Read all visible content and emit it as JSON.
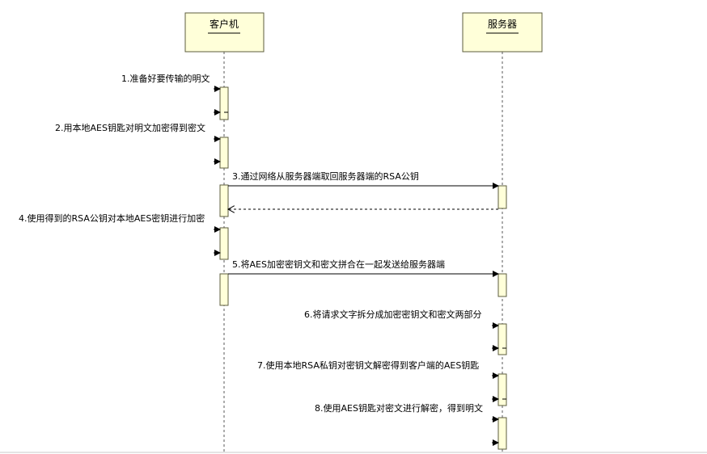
{
  "participants": [
    {
      "id": "client",
      "label": "客户机"
    },
    {
      "id": "server",
      "label": "服务器"
    }
  ],
  "messages": [
    {
      "id": "m1",
      "label": "1.准备好要传输的明文"
    },
    {
      "id": "m2",
      "label": "2.用本地AES钥匙对明文加密得到密文"
    },
    {
      "id": "m3",
      "label": "3.通过网络从服务器端取回服务器端的RSA公钥"
    },
    {
      "id": "m4",
      "label": "4.使用得到的RSA公钥对本地AES密钥进行加密"
    },
    {
      "id": "m5",
      "label": "5.将AES加密密钥文和密文拼合在一起发送给服务器端"
    },
    {
      "id": "m6",
      "label": "6.将请求文字拆分成加密密钥文和密文两部分"
    },
    {
      "id": "m7",
      "label": "7.使用本地RSA私钥对密钥文解密得到客户端的AES钥匙"
    },
    {
      "id": "m8",
      "label": "8.使用AES钥匙对密文进行解密，得到明文"
    }
  ]
}
